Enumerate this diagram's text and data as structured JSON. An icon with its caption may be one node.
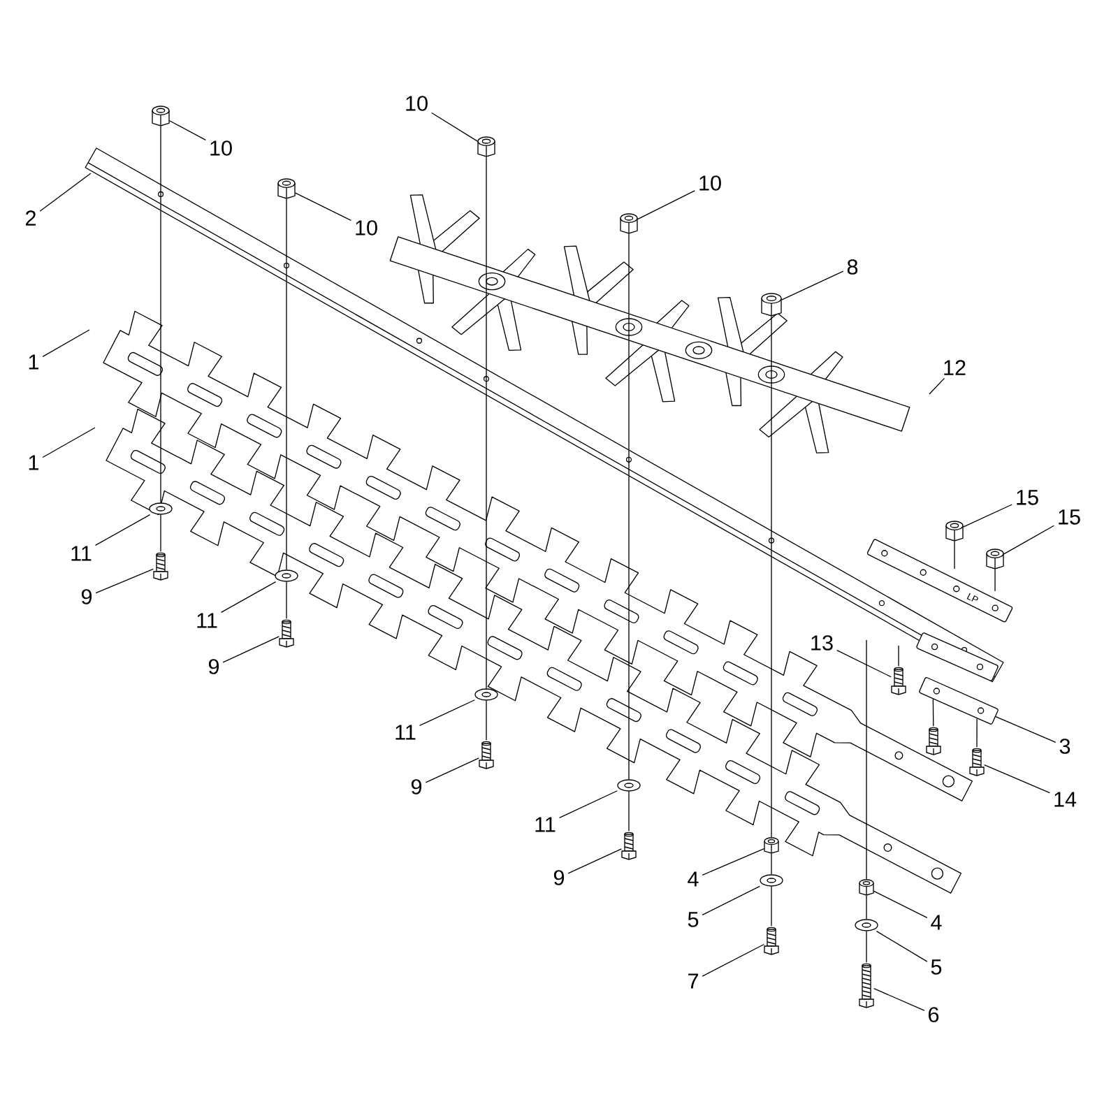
{
  "diagram": {
    "nodes": [
      {
        "text": [
          "10"
        ]
      },
      {
        "text": [],
        "shape": "picture"
      },
      {
        "text": [
          "2"
        ]
      },
      {
        "text": [
          "10"
        ]
      },
      {
        "text": [],
        "shape": "picture"
      },
      {
        "text": [
          "10"
        ]
      },
      {
        "text": [],
        "shape": "picture"
      },
      {
        "text": [
          "10"
        ]
      },
      {
        "text": [],
        "shape": "picture"
      },
      {
        "text": [
          "8"
        ]
      },
      {
        "text": [],
        "shape": "picture"
      },
      {
        "text": [
          "1"
        ]
      },
      {
        "text": [
          "1"
        ]
      },
      {
        "text": [
          "12"
        ]
      },
      {
        "text": [
          "11"
        ]
      },
      {
        "text": [],
        "shape": "picture"
      },
      {
        "text": [
          "9"
        ]
      },
      {
        "text": [],
        "shape": "picture"
      },
      {
        "text": [
          "11"
        ]
      },
      {
        "text": [],
        "shape": "picture"
      },
      {
        "text": [
          "9"
        ]
      },
      {
        "text": [],
        "shape": "picture"
      },
      {
        "text": [
          "15"
        ]
      },
      {
        "text": [],
        "shape": "picture"
      },
      {
        "text": [
          "15"
        ]
      },
      {
        "text": [],
        "shape": "picture"
      },
      {
        "text": [
          "13"
        ]
      },
      {
        "text": [],
        "shape": "picture"
      },
      {
        "text": [],
        "shape": "picture"
      },
      {
        "text": [
          "3"
        ]
      },
      {
        "text": [
          "14"
        ]
      },
      {
        "text": [],
        "shape": "picture"
      },
      {
        "text": [
          "11"
        ]
      },
      {
        "text": [],
        "shape": "picture"
      },
      {
        "text": [
          "9"
        ]
      },
      {
        "text": [],
        "shape": "picture"
      },
      {
        "text": [
          "11"
        ]
      },
      {
        "text": [],
        "shape": "picture"
      },
      {
        "text": [
          "9"
        ]
      },
      {
        "text": [],
        "shape": "picture"
      },
      {
        "text": [
          "4"
        ]
      },
      {
        "text": [],
        "shape": "picture"
      },
      {
        "text": [
          "5"
        ]
      },
      {
        "text": [],
        "shape": "picture"
      },
      {
        "text": [
          "7"
        ]
      },
      {
        "text": [],
        "shape": "picture"
      },
      {
        "text": [
          "4"
        ]
      },
      {
        "text": [],
        "shape": "picture"
      },
      {
        "text": [
          "5"
        ]
      },
      {
        "text": [],
        "shape": "picture"
      },
      {
        "text": [
          "6"
        ]
      },
      {
        "text": [],
        "shape": "picture"
      },
      {
        "text": [],
        "shape": "picture"
      }
    ],
    "edges": [
      {
        "from": 0,
        "to": 1,
        "arrow": "none"
      },
      {
        "from": 2,
        "to": null,
        "arrow": "none"
      },
      {
        "from": 3,
        "to": 4,
        "arrow": "none"
      },
      {
        "from": 5,
        "to": 6,
        "arrow": "none"
      },
      {
        "from": 7,
        "to": 8,
        "arrow": "none"
      },
      {
        "from": 9,
        "to": 10,
        "arrow": "none"
      },
      {
        "from": 11,
        "to": null,
        "arrow": "none"
      },
      {
        "from": 12,
        "to": null,
        "arrow": "none"
      },
      {
        "from": 13,
        "to": null,
        "arrow": "none"
      },
      {
        "from": 14,
        "to": 15,
        "arrow": "none"
      },
      {
        "from": 16,
        "to": 17,
        "arrow": "none"
      },
      {
        "from": 18,
        "to": 19,
        "arrow": "none"
      },
      {
        "from": 20,
        "to": 21,
        "arrow": "none"
      },
      {
        "from": 22,
        "to": 23,
        "arrow": "none"
      },
      {
        "from": 24,
        "to": 25,
        "arrow": "none"
      },
      {
        "from": 26,
        "to": 27,
        "arrow": "none"
      },
      {
        "from": 29,
        "to": 52,
        "arrow": "none"
      },
      {
        "from": 30,
        "to": 31,
        "arrow": "none"
      },
      {
        "from": 32,
        "to": 33,
        "arrow": "none"
      },
      {
        "from": 34,
        "to": 35,
        "arrow": "none"
      },
      {
        "from": 36,
        "to": 37,
        "arrow": "none"
      },
      {
        "from": 38,
        "to": 39,
        "arrow": "none"
      },
      {
        "from": 40,
        "to": 41,
        "arrow": "none"
      },
      {
        "from": 42,
        "to": 43,
        "arrow": "none"
      },
      {
        "from": 44,
        "to": 45,
        "arrow": "none"
      },
      {
        "from": 46,
        "to": 47,
        "arrow": "none"
      },
      {
        "from": 48,
        "to": 49,
        "arrow": "none"
      },
      {
        "from": 50,
        "to": 51,
        "arrow": "none"
      },
      {
        "from": 1,
        "to": 15,
        "arrow": "none"
      },
      {
        "from": 15,
        "to": 17,
        "arrow": "none"
      },
      {
        "from": 4,
        "to": 19,
        "arrow": "none"
      },
      {
        "from": 19,
        "to": 21,
        "arrow": "none"
      },
      {
        "from": 6,
        "to": 33,
        "arrow": "none"
      },
      {
        "from": 33,
        "to": 35,
        "arrow": "none"
      },
      {
        "from": 8,
        "to": 37,
        "arrow": "none"
      },
      {
        "from": 37,
        "to": 39,
        "arrow": "none"
      },
      {
        "from": 10,
        "to": 41,
        "arrow": "none"
      },
      {
        "from": 41,
        "to": 43,
        "arrow": "none"
      },
      {
        "from": 43,
        "to": 45,
        "arrow": "none"
      },
      {
        "from": null,
        "to": 47,
        "arrow": "none"
      },
      {
        "from": 47,
        "to": 49,
        "arrow": "none"
      },
      {
        "from": 49,
        "to": 51,
        "arrow": "none"
      },
      {
        "from": 23,
        "to": null,
        "arrow": "none"
      },
      {
        "from": 25,
        "to": null,
        "arrow": "none"
      },
      {
        "from": 27,
        "to": null,
        "arrow": "none"
      },
      {
        "from": 28,
        "to": 52,
        "arrow": "none"
      },
      {
        "from": 31,
        "to": 52,
        "arrow": "none"
      }
    ],
    "labels": [
      "LP"
    ]
  }
}
